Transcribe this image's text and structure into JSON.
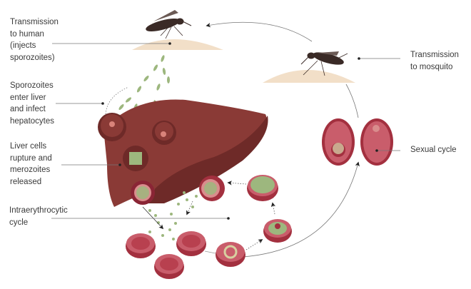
{
  "title": "Malaria parasite life cycle",
  "labels": {
    "transmission_to_human": "Transmission\nto human\n(injects\nsporozoites)",
    "sporozoites_enter_liver": "Sporozoites\nenter liver\nand infect\nhepatocytes",
    "liver_cells_rupture": "Liver cells\nrupture and\nmerozoites\nreleased",
    "intraerythrocytic_cycle": "Intraerythrocytic\ncycle",
    "transmission_to_mosquito": "Transmission\nto mosquito",
    "sexual_cycle": "Sexual cycle"
  },
  "colors": {
    "liver": "#8a3a36",
    "liver_dark": "#6e2a28",
    "rbc": "#c95d6b",
    "rbc_rim": "#a3303f",
    "skin": "#f2dfc8",
    "parasite": "#9db77e",
    "mosquito": "#3a2a26",
    "line": "#555555"
  }
}
